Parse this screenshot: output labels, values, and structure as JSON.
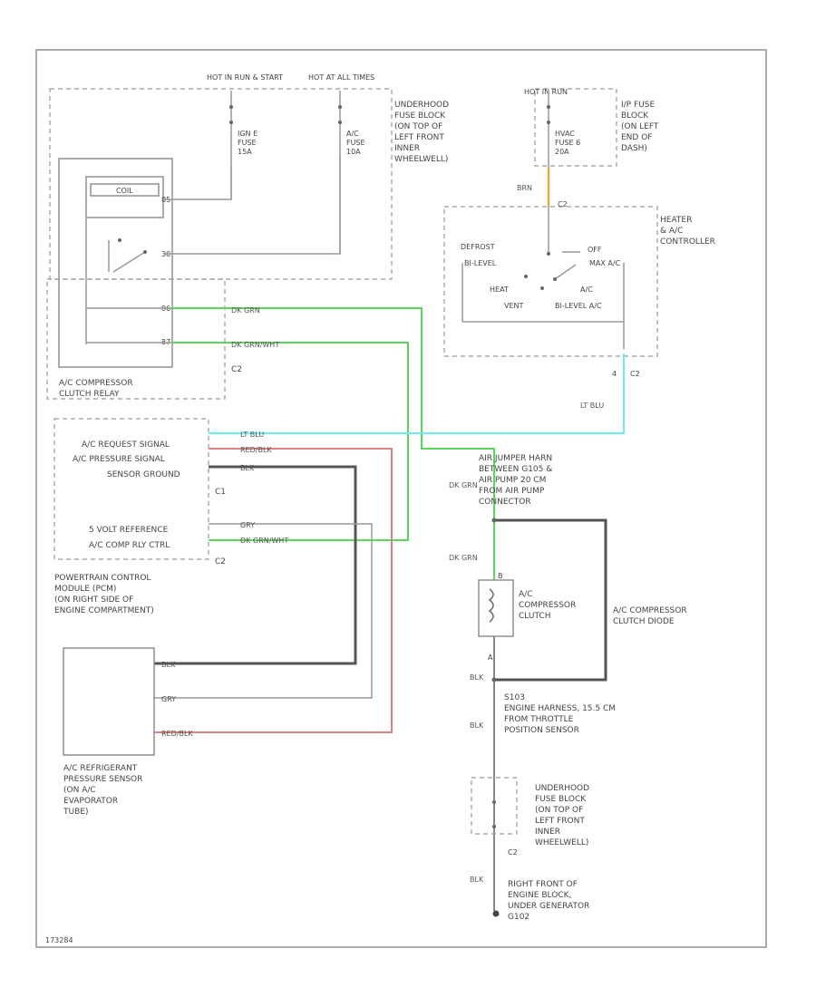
{
  "colors": {
    "green": "#5ad65a",
    "cyan": "#66f0f0",
    "red": "#e08080",
    "orange": "#e8a840",
    "dark": "#555555"
  },
  "power": {
    "hot_run_start": "HOT IN RUN & START",
    "hot_at_all_times": "HOT AT ALL TIMES",
    "hot_in_run": "HOT IN RUN",
    "fuse_ign": [
      "IGN E",
      "FUSE",
      "15A"
    ],
    "fuse_ac": [
      "A/C",
      "FUSE",
      "10A"
    ],
    "fuse_hvac": [
      "HVAC",
      "FUSE 6",
      "20A"
    ]
  },
  "underhood_top": [
    "UNDERHOOD",
    "FUSE BLOCK",
    "(ON TOP OF",
    "LEFT FRONT",
    "INNER",
    "WHEELWELL)"
  ],
  "ip_fuse_block": [
    "I/P FUSE",
    "BLOCK",
    "(ON LEFT",
    "END OF",
    "DASH)"
  ],
  "relay": {
    "coil": "COIL",
    "label": [
      "A/C COMPRESSOR",
      "CLUTCH RELAY"
    ],
    "pins": [
      "85",
      "30",
      "86",
      "87"
    ],
    "conn": "C2"
  },
  "heater": {
    "label": [
      "HEATER",
      "& A/C",
      "CONTROLLER"
    ],
    "positions": [
      "DEFROST",
      "BI-LEVEL",
      "HEAT",
      "VENT",
      "OFF",
      "A/C",
      "MAX A/C",
      "BI-LEVEL A/C"
    ],
    "wire_in": "BRN",
    "conn_in": "C2",
    "conn_out": "C2",
    "pin_out": "4",
    "wire_out": "LT BLU"
  },
  "pcm": {
    "signals": [
      "A/C REQUEST SIGNAL",
      "A/C PRESSURE SIGNAL",
      "SENSOR GROUND",
      "5 VOLT REFERENCE",
      "A/C COMP RLY CTRL"
    ],
    "conn1": "C1",
    "conn2": "C2",
    "label": [
      "POWERTRAIN CONTROL",
      "MODULE (PCM)",
      "(ON RIGHT SIDE OF",
      "ENGINE COMPARTMENT)"
    ]
  },
  "wires": {
    "dkgrn_relay": "DK GRN",
    "dkgrn_wht": "DK GRN/WHT",
    "ltblu": "LT BLU",
    "redblk": "RED/BLK",
    "blk": "BLK",
    "gry": "GRY",
    "dkgrn": "DK GRN",
    "blk_plain": "BLK"
  },
  "jumper": [
    "AIR JUMPER HARN",
    "BETWEEN G105 &",
    "AIR PUMP 20 CM",
    "FROM AIR PUMP",
    "CONNECTOR"
  ],
  "clutch": {
    "label": [
      "A/C",
      "COMPRESSOR",
      "CLUTCH"
    ],
    "diode": [
      "A/C COMPRESSOR",
      "CLUTCH DIODE"
    ],
    "pin_a": "A",
    "pin_b": "B"
  },
  "sensor": {
    "label": [
      "A/C REFRIGERANT",
      "PRESSURE SENSOR",
      "(ON A/C",
      "EVAPORATOR",
      "TUBE)"
    ]
  },
  "ground": {
    "s103": [
      "S103",
      "ENGINE HARNESS, 15.5 CM",
      "FROM THROTTLE",
      "POSITION SENSOR"
    ],
    "underhood": [
      "UNDERHOOD",
      "FUSE BLOCK",
      "(ON TOP OF",
      "LEFT FRONT",
      "INNER",
      "WHEELWELL)"
    ],
    "conn": "C2",
    "ground_loc": [
      "RIGHT FRONT OF",
      "ENGINE BLOCK,",
      "UNDER GENERATOR",
      "G102"
    ]
  },
  "footer_id": "173284"
}
